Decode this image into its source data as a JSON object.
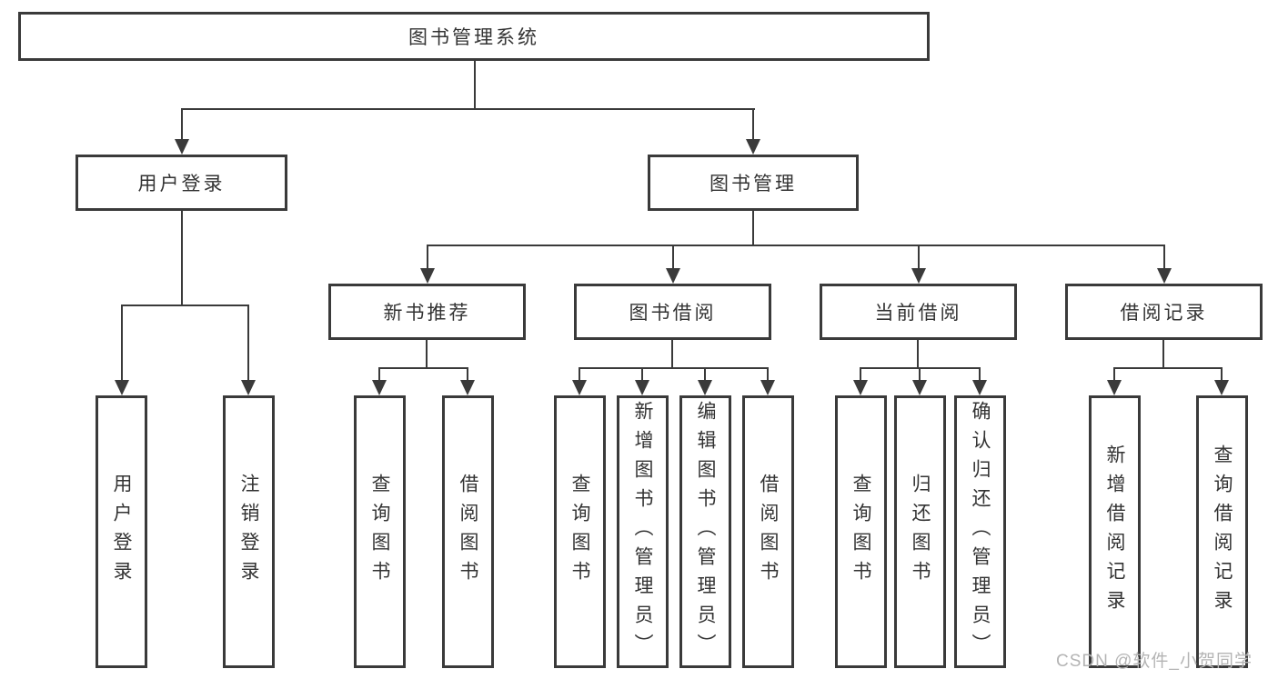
{
  "colors": {
    "line": "#3a3a3a",
    "text": "#333333",
    "background": "#ffffff",
    "watermark": "#b4b4b4"
  },
  "watermark": "CSDN @软件_小贺同学",
  "tree": {
    "label": "图书管理系统",
    "children": [
      {
        "label": "用户登录",
        "children": [
          {
            "label": "用户登录"
          },
          {
            "label": "注销登录"
          }
        ]
      },
      {
        "label": "图书管理",
        "children": [
          {
            "label": "新书推荐",
            "children": [
              {
                "label": "查询图书"
              },
              {
                "label": "借阅图书"
              }
            ]
          },
          {
            "label": "图书借阅",
            "children": [
              {
                "label": "查询图书"
              },
              {
                "label": "新增图书（管理员）"
              },
              {
                "label": "编辑图书（管理员）"
              },
              {
                "label": "借阅图书"
              }
            ]
          },
          {
            "label": "当前借阅",
            "children": [
              {
                "label": "查询图书"
              },
              {
                "label": "归还图书"
              },
              {
                "label": "确认归还（管理员）"
              }
            ]
          },
          {
            "label": "借阅记录",
            "children": [
              {
                "label": "新增借阅记录"
              },
              {
                "label": "查询借阅记录"
              }
            ]
          }
        ]
      }
    ]
  }
}
